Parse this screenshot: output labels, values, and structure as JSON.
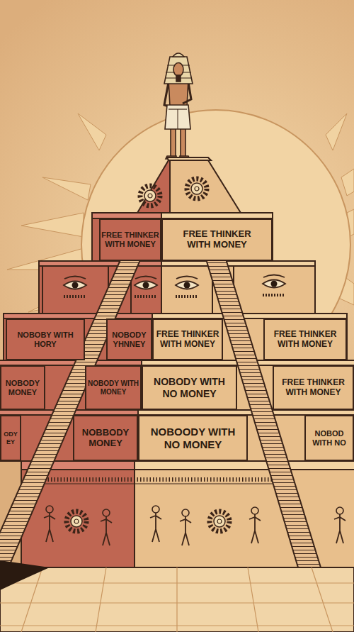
{
  "diagram": {
    "nodes": [
      {
        "text": [
          "FREE THINKER WITH MONEY"
        ]
      },
      {
        "text": [
          "FREE THINKER WITH MONEY"
        ]
      },
      {
        "text": [
          "NOBOBY WITH HORY"
        ]
      },
      {
        "text": [
          "NOBODY YHNNEY"
        ]
      },
      {
        "text": [
          "FREE THINKER WITH MONEY"
        ]
      },
      {
        "text": [
          "FREE THINKER WITH MONEY"
        ]
      },
      {
        "text": [
          "NOBODY MONEY"
        ]
      },
      {
        "text": [
          "NOBODY WITH MONEY"
        ]
      },
      {
        "text": [
          "NOBODY WITH NO MONEY"
        ]
      },
      {
        "text": [
          "FREE THINKER WITH MONEY"
        ]
      },
      {
        "text": [
          "ODY EY"
        ]
      },
      {
        "text": [
          "NOBBODY MONEY"
        ]
      },
      {
        "text": [
          "NOBOODY WITH NO MONEY"
        ]
      },
      {
        "text": [
          "NOBOD WITH NO"
        ]
      }
    ]
  }
}
